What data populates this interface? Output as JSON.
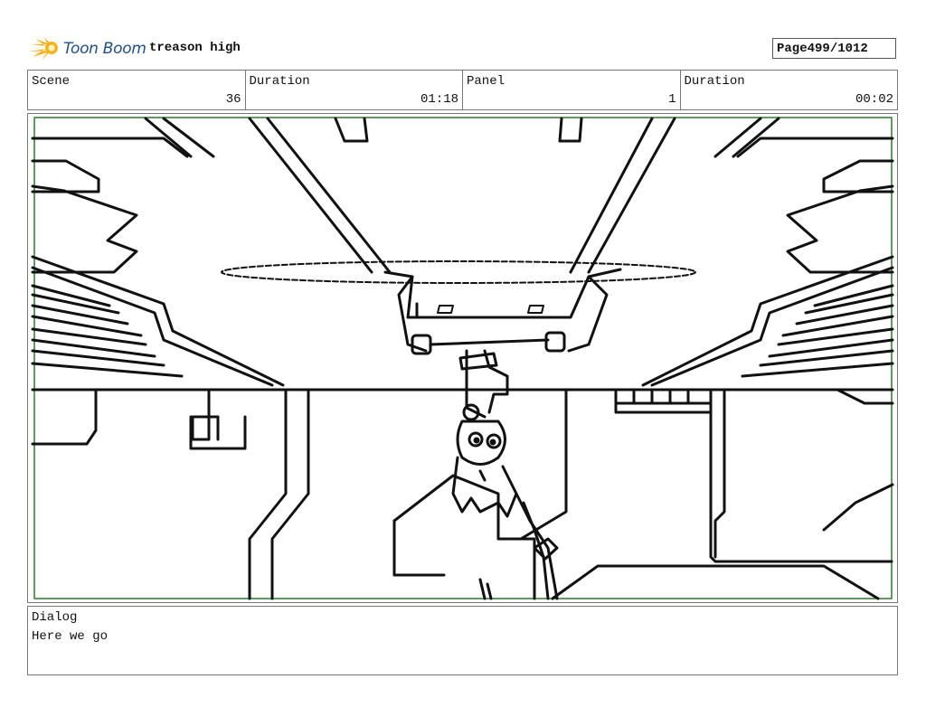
{
  "header": {
    "logo_text": "Toon Boom",
    "project_title": "treason high",
    "page_label": "Page",
    "page_value": "499/1012"
  },
  "info": {
    "scene_label": "Scene",
    "scene_value": "36",
    "duration_label": "Duration",
    "duration_value": "01:18",
    "panel_label": "Panel",
    "panel_value": "1",
    "panel_duration_label": "Duration",
    "panel_duration_value": "00:02"
  },
  "dialog": {
    "label": "Dialog",
    "text": "Here we go"
  },
  "colors": {
    "logo_star": "#f5b21a",
    "logo_text": "#1e4f86",
    "safe_frame": "#2f7a2f",
    "ink": "#111111"
  }
}
